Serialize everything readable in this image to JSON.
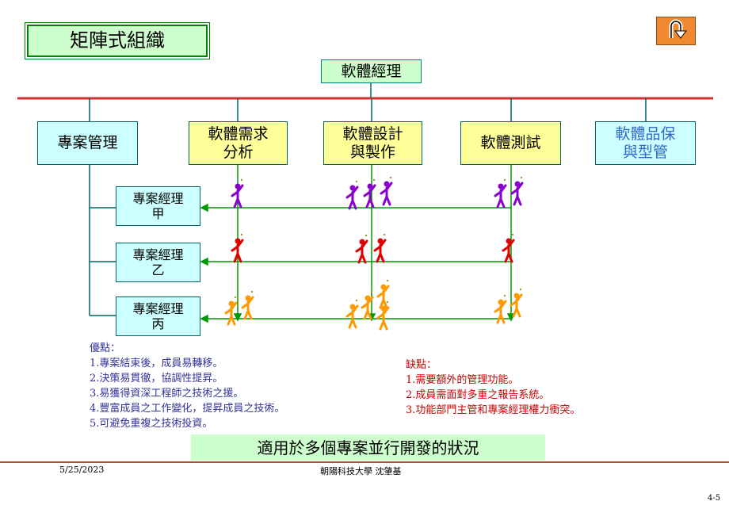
{
  "title": "矩陣式組織",
  "top_manager": "軟體經理",
  "departments": [
    {
      "line1": "專案管理",
      "line2": ""
    },
    {
      "line1": "軟體需求",
      "line2": "分析"
    },
    {
      "line1": "軟體設計",
      "line2": "與製作"
    },
    {
      "line1": "軟體測試",
      "line2": ""
    },
    {
      "line1": "軟體品保",
      "line2": "與型管"
    }
  ],
  "project_managers": [
    {
      "line1": "專案經理",
      "line2": "甲"
    },
    {
      "line1": "專案經理",
      "line2": "乙"
    },
    {
      "line1": "專案經理",
      "line2": "丙"
    }
  ],
  "advantages": {
    "heading": "優點：",
    "items": [
      "1.專案結束後，成員易轉移。",
      "2.決策易貫徹，協調性提昇。",
      "3.易獲得資深工程師之技術之援。",
      "4.豐富成員之工作變化，提昇成員之技術。",
      "5.可避免重複之技術投資。"
    ]
  },
  "disadvantages": {
    "heading": "缺點：",
    "items": [
      "1.需要額外的管理功能。",
      "2.成員需面對多重之報告系統。",
      "3.功能部門主管和專案經理權力衝突。"
    ]
  },
  "summary": "適用於多個專案並行開發的狀況",
  "footer": {
    "date": "5/25/2023",
    "author": "朝陽科技大學 沈肇基",
    "page": "4-5"
  },
  "icons": {
    "return": "u-turn-arrow-icon",
    "person": "person-figure-icon"
  },
  "colors": {
    "title_bg": "#ccffcc",
    "title_border": "#008000",
    "manager_bg": "#ccffcc",
    "manager_border": "#008080",
    "dept_pm_bg": "#ccffff",
    "dept_yellow_bg": "#ffff99",
    "dept_qa_bg": "#ccffff",
    "qa_text": "#3366cc",
    "red_line": "#cc3333",
    "green_line": "#009900",
    "disadv_text": "#cc0000",
    "adv_text": "#333399",
    "person_purple": "#8800cc",
    "person_red": "#dd0000",
    "person_orange": "#ff9900",
    "footer_line": "#b05030",
    "return_bg": "#f08830"
  }
}
